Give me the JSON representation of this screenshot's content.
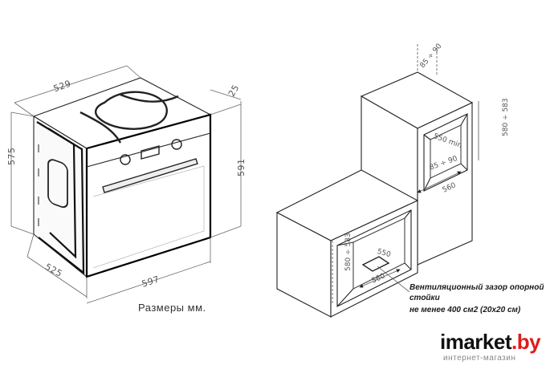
{
  "left_drawing": {
    "dims": {
      "top_width": "529",
      "left_height": "575",
      "depth_top": "25",
      "right_height": "591",
      "bottom_depth": "525",
      "bottom_width": "597"
    },
    "caption": "Размеры мм."
  },
  "right_drawing": {
    "dims": {
      "top_gap": "85 ÷ 90",
      "upper_height": "580 ÷ 583",
      "upper_min": "550 min",
      "upper_depth": "85 ÷ 90",
      "upper_width": "560",
      "lower_height": "580 ÷ 583",
      "lower_depth": "550",
      "lower_width": "560"
    },
    "note_line1": "Вентиляционный зазор опорной",
    "note_line2": "стойки",
    "note_line3": "не менее 400 см2 (20х20 см)"
  },
  "logo": {
    "brand_main": "imarket",
    "brand_tld": ".by",
    "tagline": "интернет-магазин"
  }
}
